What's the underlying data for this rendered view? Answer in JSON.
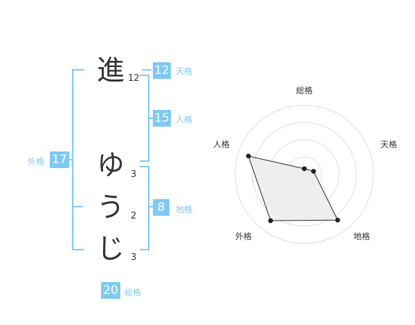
{
  "name": {
    "chars": [
      {
        "char": "進",
        "strokes": "12"
      },
      {
        "char": "ゆ",
        "strokes": "3"
      },
      {
        "char": "う",
        "strokes": "2"
      },
      {
        "char": "じ",
        "strokes": "3"
      }
    ]
  },
  "kakusu": {
    "tenkaku": {
      "value": "12",
      "label": "天格"
    },
    "jinkaku": {
      "value": "15",
      "label": "人格"
    },
    "chikaku": {
      "value": "8",
      "label": "地格"
    },
    "gaikaku": {
      "value": "17",
      "label": "外格"
    },
    "soukaku": {
      "value": "20",
      "label": "総格"
    }
  },
  "radar": {
    "axes": [
      "総格",
      "天格",
      "地格",
      "外格",
      "人格"
    ],
    "values": [
      0.08,
      0.14,
      0.82,
      0.83,
      0.85
    ],
    "colors": {
      "fill": "#eeeeee",
      "line": "#222222",
      "grid": "#dddddd",
      "center": "#cccccc"
    }
  },
  "colors": {
    "accent": "#7ec9f5",
    "text": "#333333"
  }
}
